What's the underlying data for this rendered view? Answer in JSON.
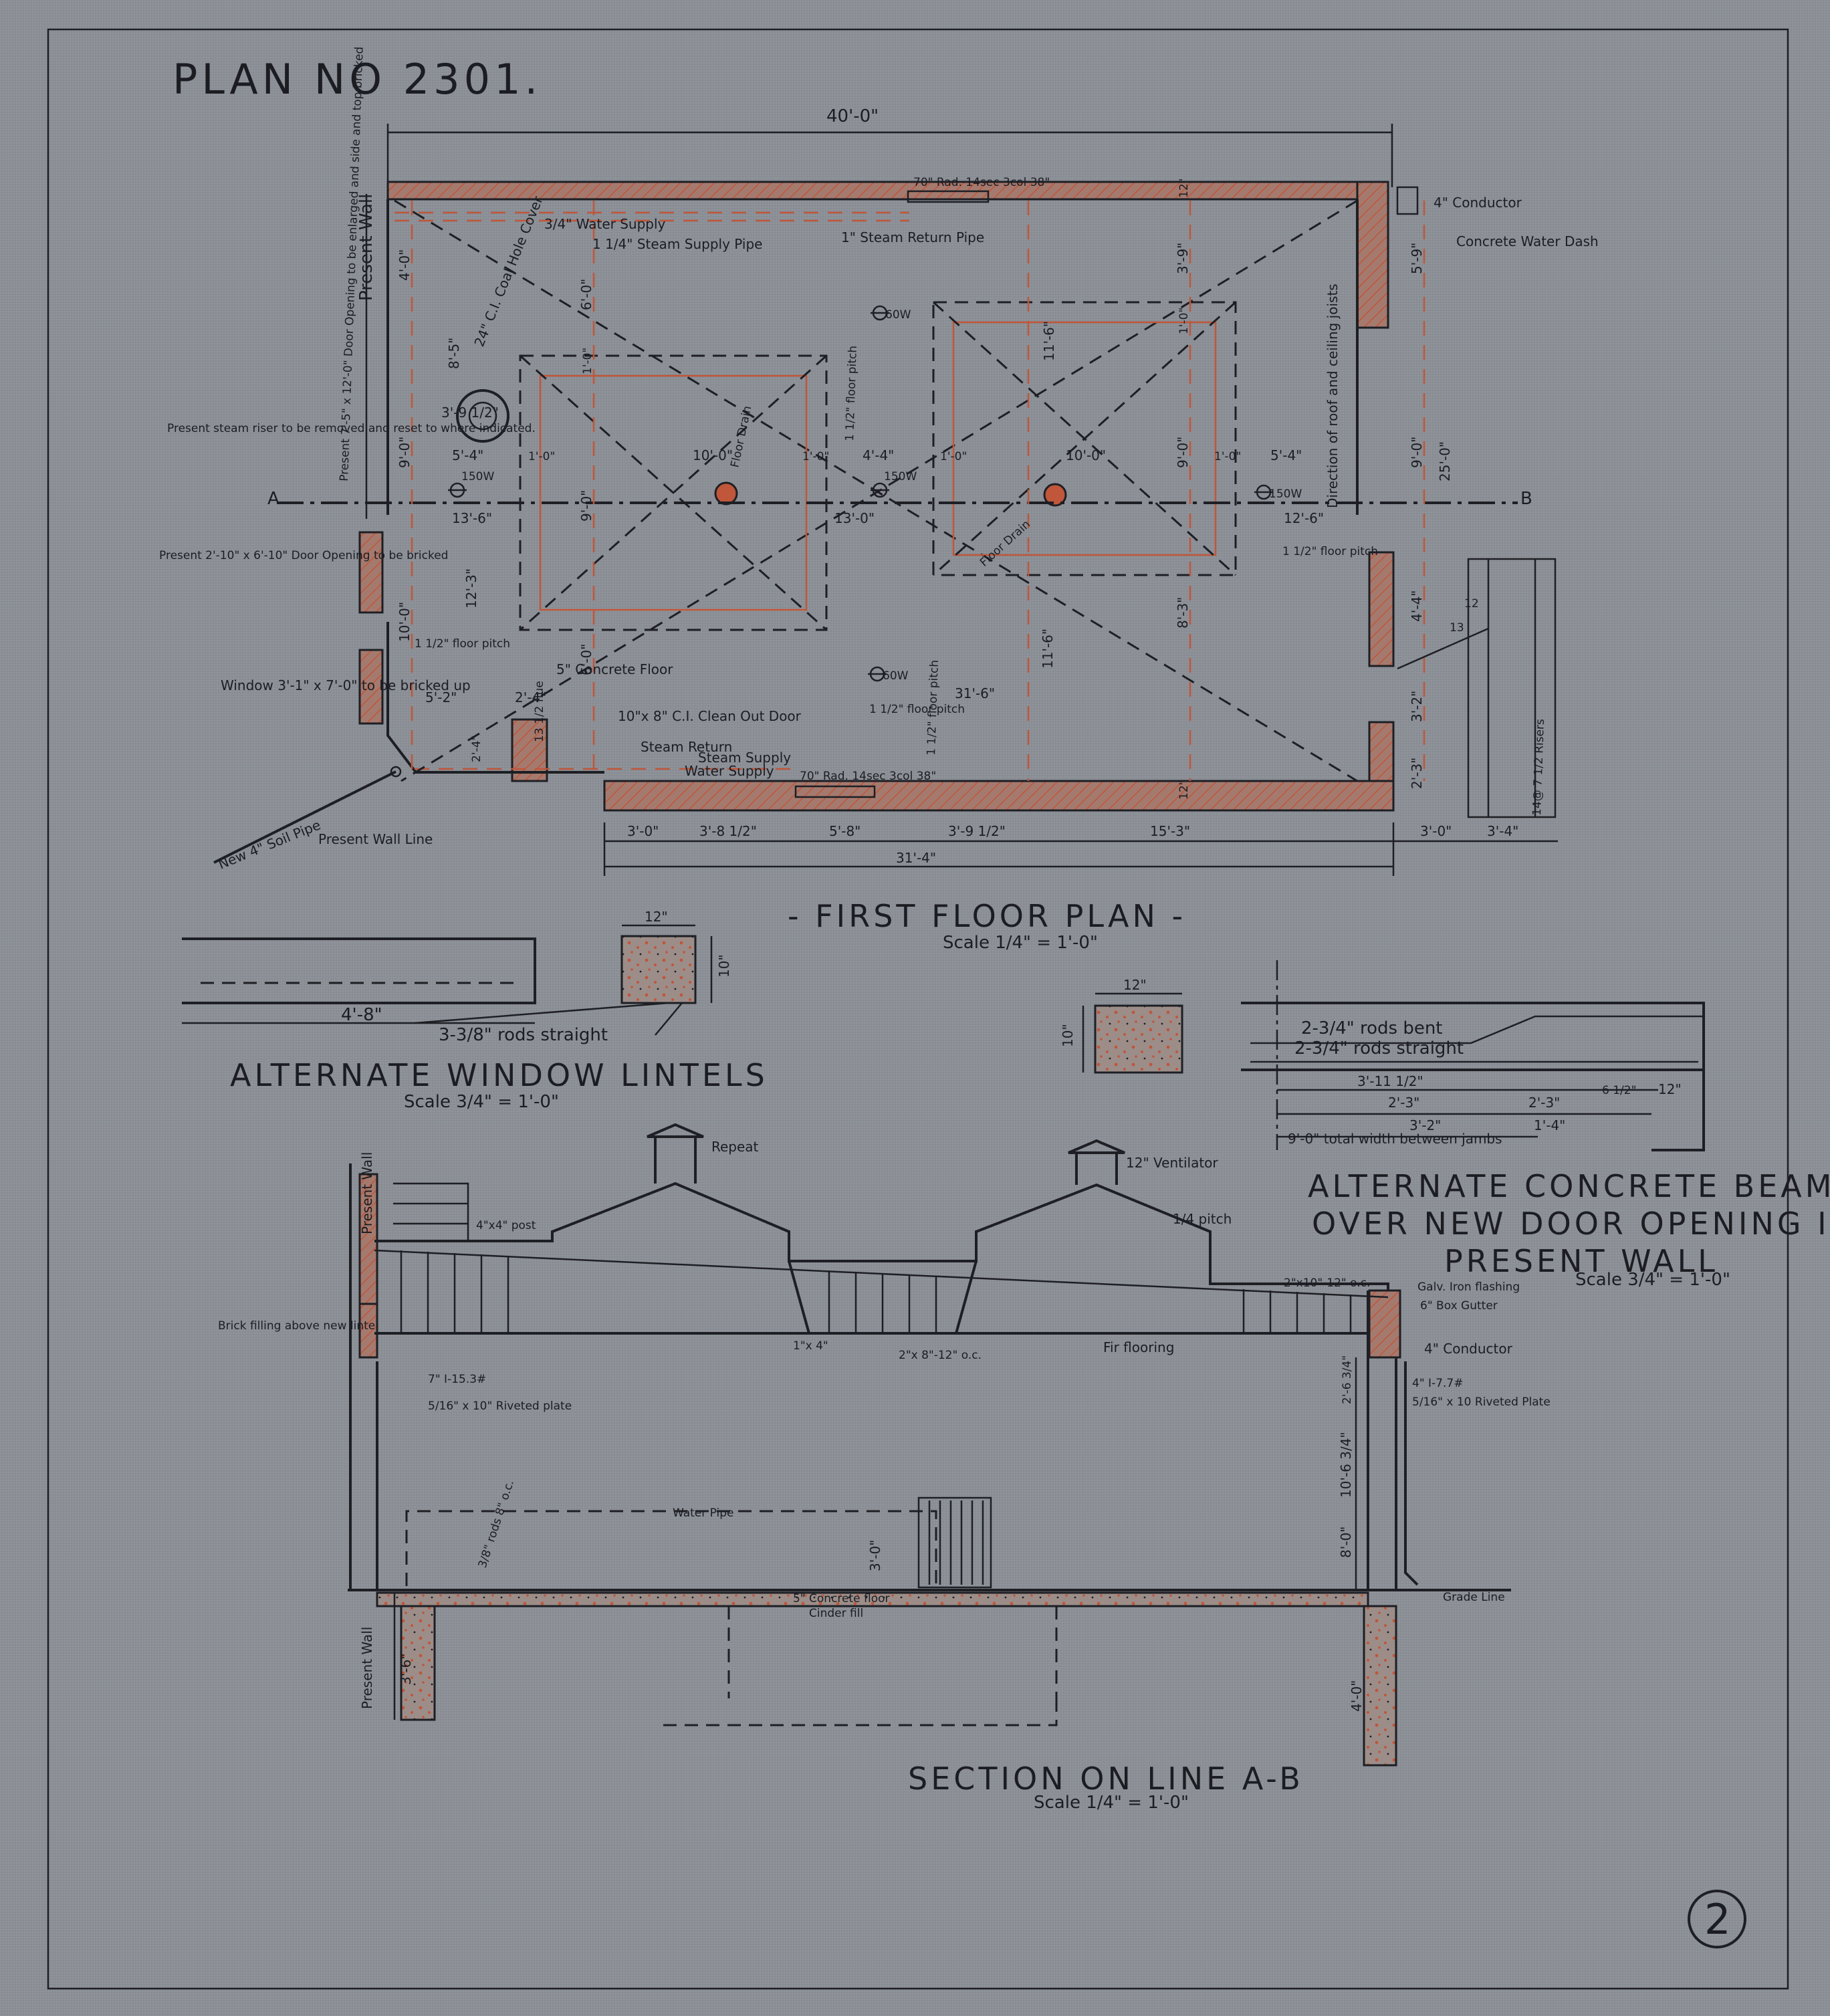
{
  "sheet": {
    "plan_number": "PLAN NO 2301.",
    "sheet_number": "2"
  },
  "first_floor_plan": {
    "title": "- FIRST FLOOR PLAN -",
    "scale": "Scale 1/4\" = 1'-0\"",
    "labels": {
      "overall_width": "40'-0\"",
      "water_supply": "3/4\" Water Supply",
      "steam_supply": "1 1/4\" Steam Supply Pipe",
      "steam_return": "1\" Steam Return Pipe",
      "radiator_top": "70\" Rad. 14sec 3col 38\"",
      "conductor": "4\" Conductor",
      "water_dash": "Concrete Water Dash",
      "coal_cover": "24\" C.I. Coal Hole Cover",
      "door_enlarge": "Present 7'-5\" x 12'-0\" Door Opening to be enlarged and side and top bricked",
      "steam_riser": "Present steam riser to be removed and reset to where indicated.",
      "door_bricked": "Present 2'-10\" x 6'-10\" Door Opening to be bricked",
      "window_bricked": "Window 3'-1\" x 7'-0\" to be bricked up",
      "soil_pipe": "New 4\" Soil Pipe",
      "present_wall_line": "Present Wall Line",
      "present_wall": "Present Wall",
      "floor_drain_1": "Floor Drain",
      "floor_drain_2": "Floor Drain",
      "floor_pitch_1": "1 1/2\" floor pitch",
      "floor_pitch_2": "1 1/2\" floor pitch",
      "floor_pitch_3": "1 1/2\" floor pitch",
      "floor_pitch_4": "1 1/2\" floor pitch",
      "floor_pitch_5": "1 1/2\" floor pitch",
      "concrete_floor": "5\" Concrete Floor",
      "clean_out": "10\"x 8\" C.I. Clean Out Door",
      "steam_return_lower": "Steam Return",
      "steam_supply_lower": "Steam Supply",
      "water_supply_lower": "Water Supply",
      "radiator_bottom": "70\" Rad. 14sec 3col 38\"",
      "flue": "13 1/2 flue",
      "joists": "Direction of roof and ceiling joists",
      "lamp_150w_1": "150W",
      "lamp_150w_2": "150W",
      "lamp_150w_3": "150W",
      "lamp_60w_1": "60W",
      "lamp_60w_2": "60W",
      "line_a": "A",
      "line_b": "B",
      "risers": "14@ 7 1/2 Risers",
      "stair_12": "12",
      "stair_13": "13"
    },
    "dimensions": {
      "d_4_0": "4'-0\"",
      "d_8_5": "8'-5\"",
      "d_3_9_half": "3'-9 1/2\"",
      "d_6_0_top": "6'-0\"",
      "d_1_0_a": "1'-0\"",
      "d_9_0_left": "9'-0\"",
      "d_5_4": "5'-4\"",
      "d_1_0_b": "1'-0\"",
      "d_10_0_a": "10'-0\"",
      "d_1_0_c": "1'-0\"",
      "d_4_4": "4'-4\"",
      "d_1_0_d": "1'-0\"",
      "d_10_0_b": "10'-0\"",
      "d_9_0_mid": "9'-0\"",
      "d_1_0_e": "1'-0\"",
      "d_5_4_right": "5'-4\"",
      "d_13_6": "13'-6\"",
      "d_13_0": "13'-0\"",
      "d_12_6": "12'-6\"",
      "d_12_3": "12'-3\"",
      "d_9_0_b": "9'-0\"",
      "d_10_0_c": "10'-0\"",
      "d_6_0_c": "6'-0\"",
      "d_5_2": "5'-2\"",
      "d_2_4": "2'-4\"",
      "d_2_4_v": "2'-4\"",
      "d_31_6": "31'-6\"",
      "d_11_6_a": "11'-6\"",
      "d_11_6_b": "11'-6\"",
      "d_9_0_c": "9'-0\"",
      "d_8_3": "8'-3\"",
      "d_12_a": "12\"",
      "d_12_b": "12\"",
      "d_3_9": "3'-9\"",
      "d_5_9": "5'-9\"",
      "d_9_0_r": "9'-0\"",
      "d_25_0": "25'-0\"",
      "d_1_0_f": "1'-0\"",
      "d_4_4_r": "4'-4\"",
      "d_3_2": "3'-2\"",
      "d_2_3": "2'-3\"",
      "b_3_0": "3'-0\"",
      "b_3_8_half": "3'-8 1/2\"",
      "b_5_8": "5'-8\"",
      "b_3_9_half": "3'-9 1/2\"",
      "b_15_3": "15'-3\"",
      "b_3_0_r": "3'-0\"",
      "b_3_4": "3'-4\"",
      "b_31_4": "31'-4\""
    }
  },
  "window_lintels": {
    "title": "ALTERNATE WINDOW LINTELS",
    "scale": "Scale 3/4\" = 1'-0\"",
    "length": "4'-8\"",
    "rods": "3-3/8\" rods straight",
    "width": "12\"",
    "depth": "10\""
  },
  "concrete_beam": {
    "title_1": "ALTERNATE CONCRETE BEAM",
    "title_2": "OVER NEW DOOR OPENING IN",
    "title_3": "PRESENT WALL",
    "scale": "Scale 3/4\" = 1'-0\"",
    "width": "12\"",
    "depth": "10\"",
    "rods_bent": "2-3/4\" rods bent",
    "rods_straight": "2-3/4\" rods straight",
    "total_width": "9'-0\" total width between jambs",
    "d_3_11_half": "3'-11 1/2\"",
    "d_2_3": "2'-3\"",
    "d_3_2": "3'-2\"",
    "d_2_3_b": "2'-3\"",
    "d_1_4": "1'-4\"",
    "d_6_half": "6 1/2\"",
    "d_12": "12\""
  },
  "section": {
    "title": "SECTION ON LINE A-B",
    "scale": "Scale 1/4\" = 1'-0\"",
    "labels": {
      "repeat": "Repeat",
      "ventilator": "12\" Ventilator",
      "post": "4\"x4\" post",
      "pitch": "1/4 pitch",
      "rafters": "2\"x10\"-12\" o.c.",
      "flashing": "Galv. Iron flashing",
      "gutter": "6\" Box Gutter",
      "brick_filling": "Brick filling above new lintel",
      "beam_left": "7\" I-15.3#",
      "plate_left": "5/16\" x 10\" Riveted plate",
      "joists": "2\"x 8\"-12\" o.c.",
      "lath": "1\"x 4\"",
      "fir_flooring": "Fir flooring",
      "conductor": "4\" Conductor",
      "beam_right": "4\" I-7.7#",
      "plate_right": "5/16\" x 10 Riveted Plate",
      "water_pipe": "Water Pipe",
      "rods": "3/8\" rods 8\" o.c.",
      "concrete_floor": "5\" Concrete floor",
      "cinder_fill": "Cinder fill",
      "grade_line": "Grade Line",
      "present_wall_top": "Present Wall",
      "present_wall_bottom": "Present Wall",
      "d_3_0": "3'-0\"",
      "d_2_6_three_quarter": "2'-6 3/4\"",
      "d_10_6_three_quarter": "10'-6 3/4\"",
      "d_8_0": "8'-0\"",
      "d_3_6": "3'-6\"",
      "d_4_0": "4'-0\""
    }
  }
}
